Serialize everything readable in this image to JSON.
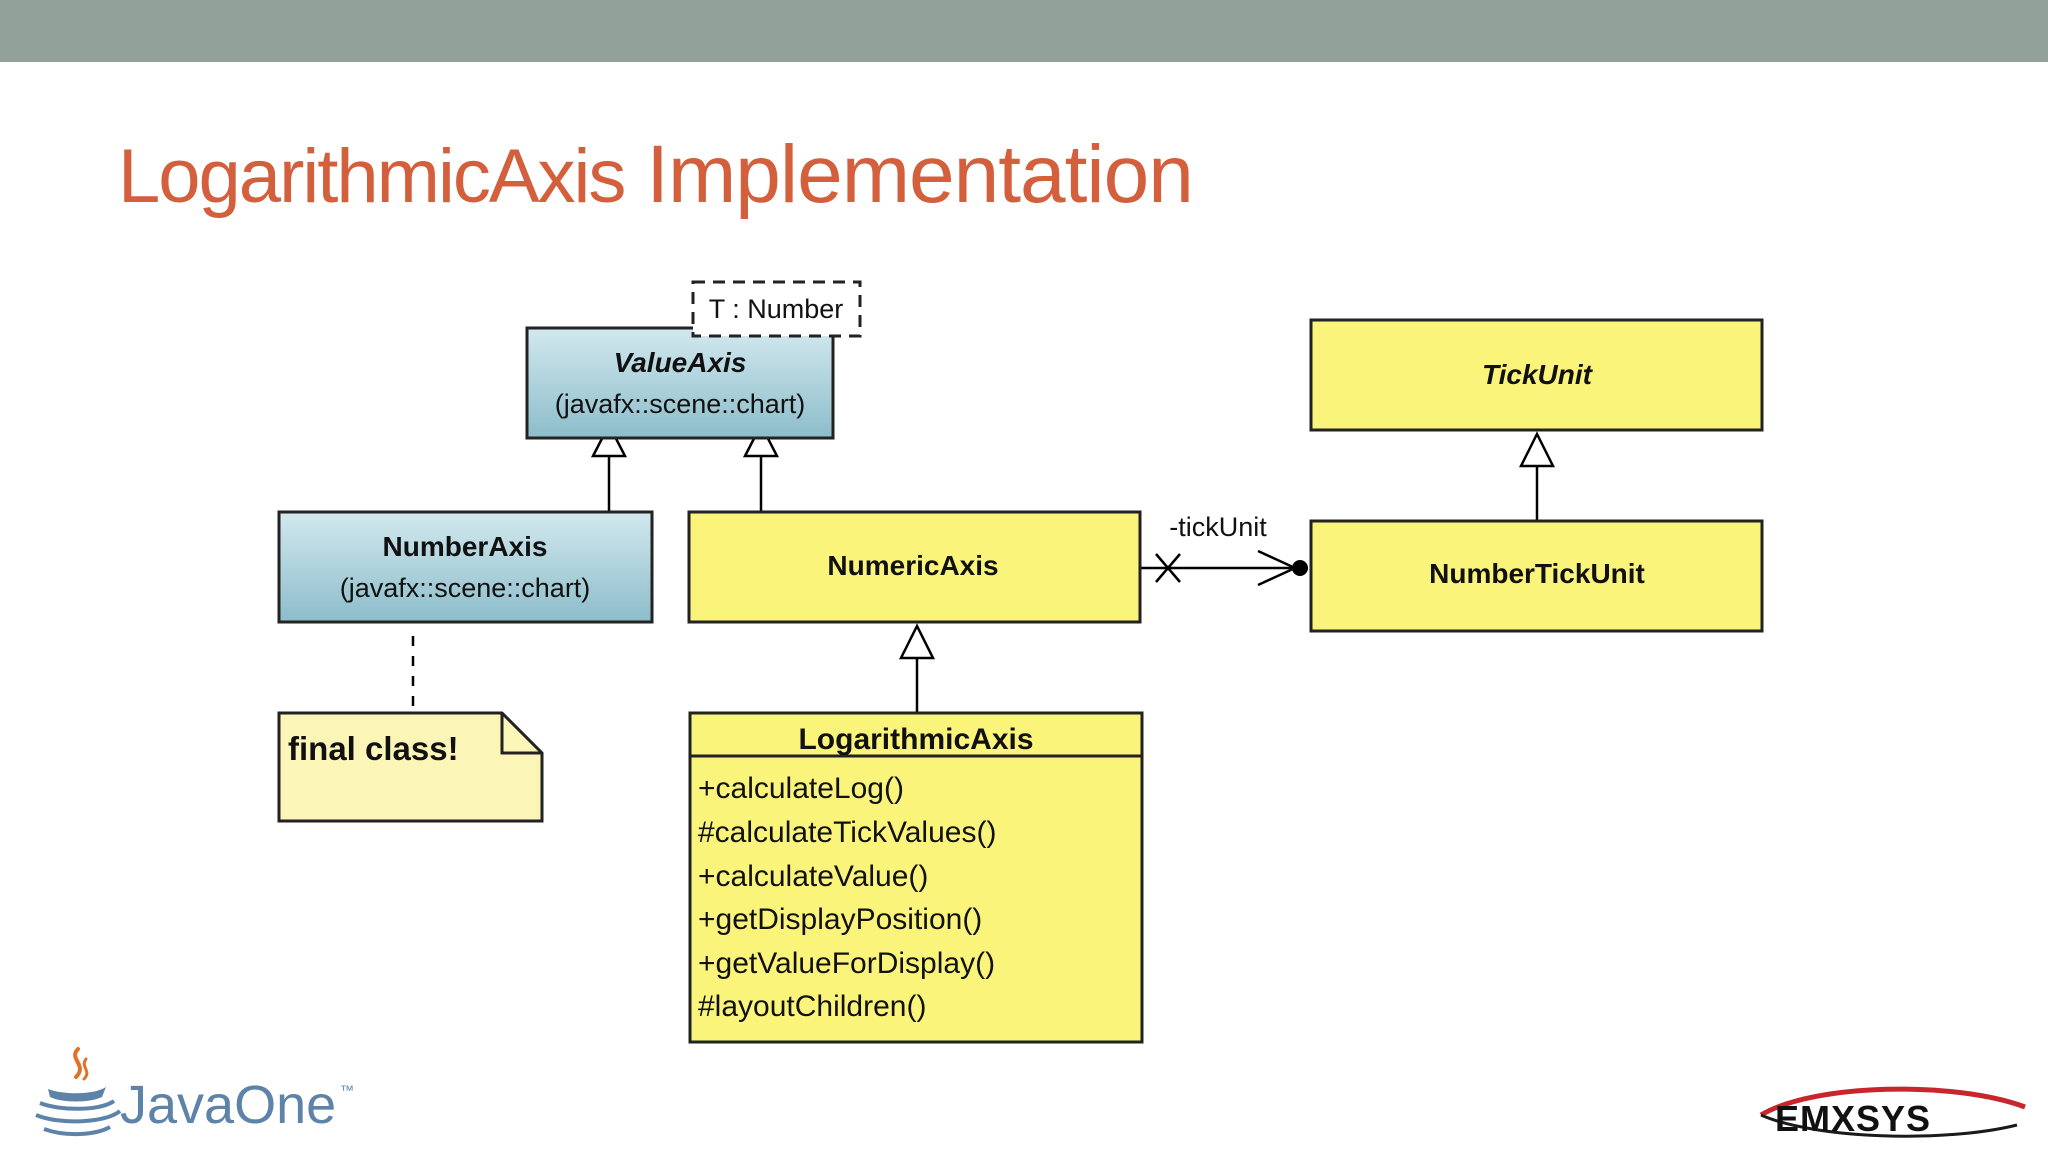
{
  "slide": {
    "title_part1": "LogarithmicAxis",
    "title_part2": "Implementation"
  },
  "diagram": {
    "template_param": "T : Number",
    "value_axis": {
      "name": "ValueAxis",
      "package": "(javafx::scene::chart)"
    },
    "number_axis": {
      "name": "NumberAxis",
      "package": "(javafx::scene::chart)"
    },
    "numeric_axis": {
      "name": "NumericAxis"
    },
    "tick_unit": {
      "name": "TickUnit"
    },
    "number_tick_unit": {
      "name": "NumberTickUnit"
    },
    "association_label": "-tickUnit",
    "note": "final class!",
    "logarithmic_axis": {
      "name": "LogarithmicAxis",
      "methods": [
        "+calculateLog()",
        "#calculateTickValues()",
        "+calculateValue()",
        "+getDisplayPosition()",
        "+getValueForDisplay()",
        "#layoutChildren()"
      ]
    }
  },
  "logos": {
    "javaone": "JavaOne",
    "javaone_tm": "™",
    "emxsys": "EMXSYS"
  },
  "colors": {
    "title": "#d35f3d",
    "topbar": "#92a29a",
    "class_yellow": "#fbf47a",
    "class_blue_top": "#cfe6ec",
    "class_blue_bottom": "#8fbfcc",
    "note_yellow": "#fbf6b8",
    "javaone_blue": "#5e83a8",
    "emxsys_red": "#c8262d"
  }
}
